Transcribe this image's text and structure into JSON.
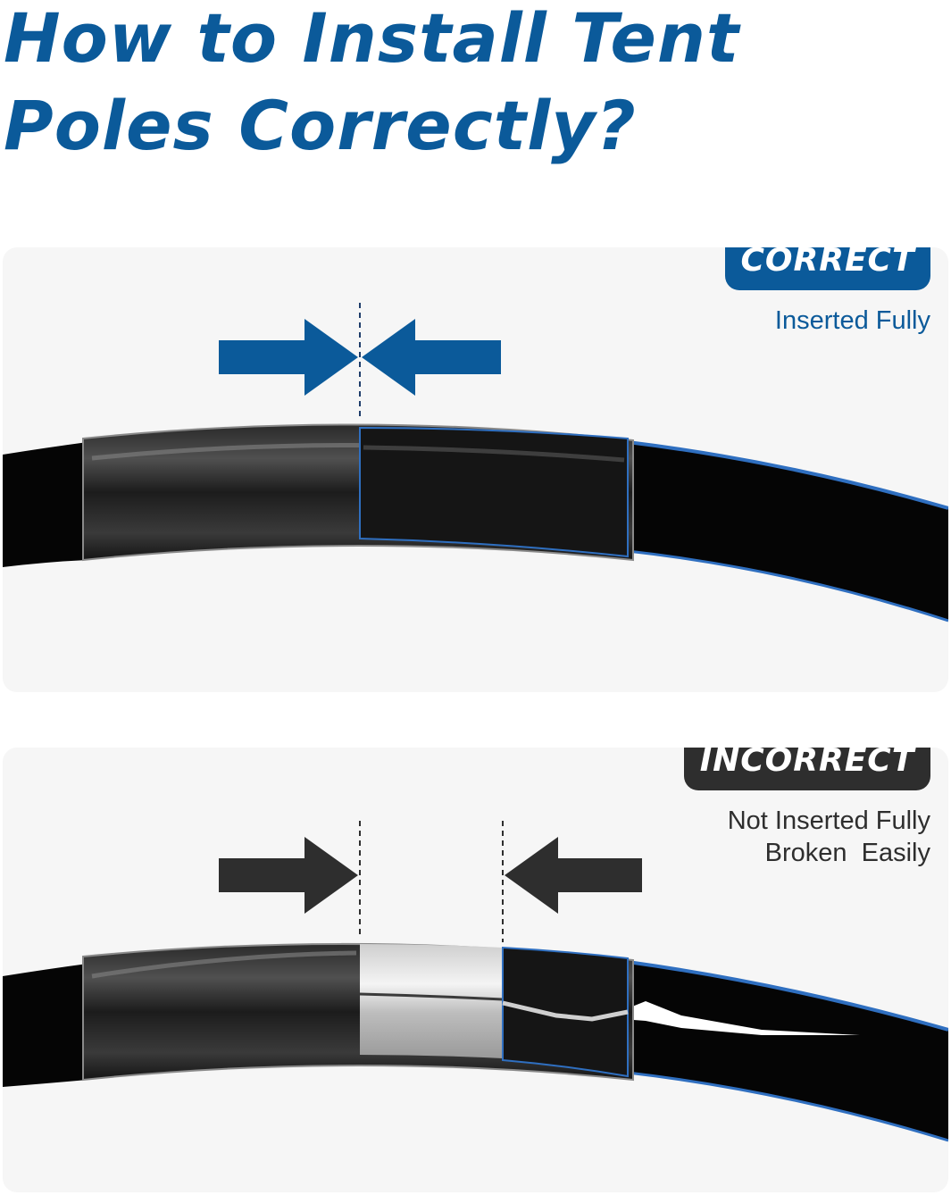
{
  "title": {
    "line1": "How to Install Tent",
    "line2": "Poles Correctly?"
  },
  "correct": {
    "badge": "CORRECT",
    "caption": "Inserted Fully",
    "color": "#0b5a9a"
  },
  "incorrect": {
    "badge": "INCORRECT",
    "caption_line1": "Not Inserted Fully",
    "caption_line2": "Broken  Easily",
    "color": "#2e2e2e"
  }
}
